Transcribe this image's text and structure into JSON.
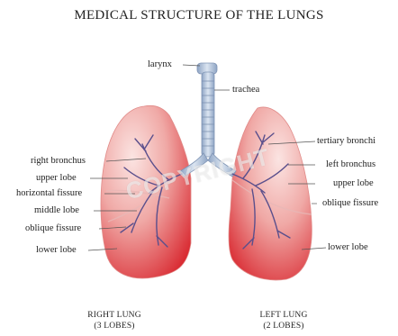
{
  "title": "MEDICAL STRUCTURE OF THE LUNGS",
  "labels": {
    "larynx": "larynx",
    "trachea": "trachea",
    "tertiary_bronchi": "tertiary bronchi",
    "right_bronchus": "right bronchus",
    "left_bronchus": "left bronchus",
    "right_upper_lobe": "upper lobe",
    "left_upper_lobe": "upper lobe",
    "horizontal_fissure": "horizontal fissure",
    "middle_lobe": "middle lobe",
    "right_oblique_fissure": "oblique fissure",
    "left_oblique_fissure": "oblique fissure",
    "right_lower_lobe": "lower lobe",
    "left_lower_lobe": "lower lobe"
  },
  "captions": {
    "right": {
      "name": "RIGHT LUNG",
      "lobes": "(3 LOBES)"
    },
    "left": {
      "name": "LEFT LUNG",
      "lobes": "(2 LOBES)"
    }
  },
  "watermark": "COPYRIGHT",
  "colors": {
    "lung_light": "#f6d2d0",
    "lung_dark": "#d8242c",
    "trachea": "#aebfd6",
    "bronchi": "#5a4f8c"
  }
}
